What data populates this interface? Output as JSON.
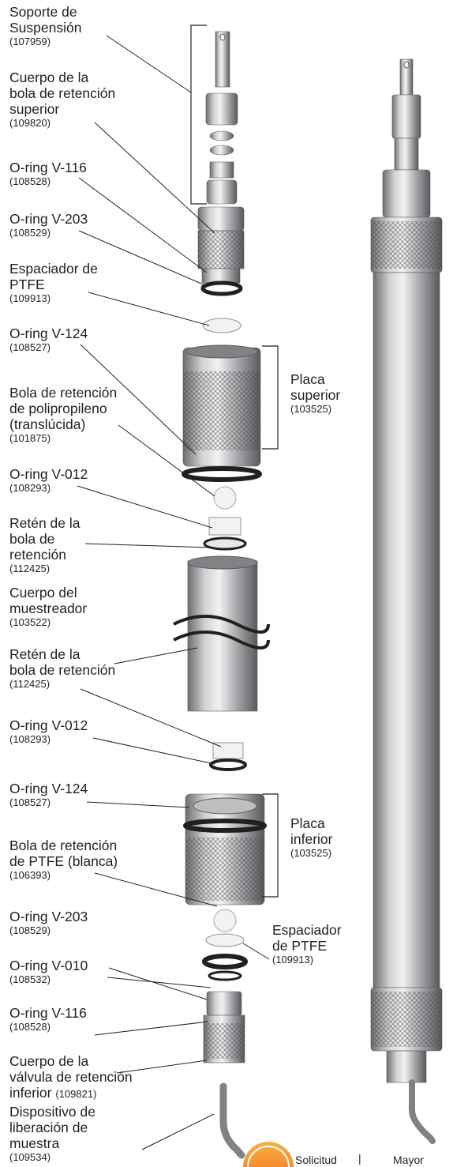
{
  "labels": [
    {
      "lines": [
        "Soporte de",
        "Suspensión"
      ],
      "code": "(107959)"
    },
    {
      "lines": [
        "Cuerpo de la",
        "bola de retención",
        "superior"
      ],
      "code": "(109820)"
    },
    {
      "lines": [
        "O-ring V-116"
      ],
      "code": "(108528)"
    },
    {
      "lines": [
        "O-ring V-203"
      ],
      "code": "(108529)"
    },
    {
      "lines": [
        "Espaciador de",
        "PTFE"
      ],
      "code": "(109913)"
    },
    {
      "lines": [
        "O-ring V-124"
      ],
      "code": "(108527)"
    },
    {
      "lines": [
        "Bola de retención",
        "de polipropileno",
        "(translúcida)"
      ],
      "code": "(101875)"
    },
    {
      "lines": [
        "O-ring V-012"
      ],
      "code": "(108293)"
    },
    {
      "lines": [
        "Retén de la",
        "bola de",
        "retención"
      ],
      "code": "(112425)"
    },
    {
      "lines": [
        "Cuerpo del",
        "muestreador"
      ],
      "code": "(103522)"
    },
    {
      "lines": [
        "Retén de la",
        "bola de retención"
      ],
      "code": "(112425)"
    },
    {
      "lines": [
        "O-ring V-012"
      ],
      "code": "(108293)"
    },
    {
      "lines": [
        "O-ring V-124"
      ],
      "code": "(108527)"
    },
    {
      "lines": [
        "Bola de retención",
        "de PTFE (blanca)"
      ],
      "code": "(106393)"
    },
    {
      "lines": [
        "O-ring V-203"
      ],
      "code": "(108529)"
    },
    {
      "lines": [
        "O-ring V-010"
      ],
      "code": "(108532)"
    },
    {
      "lines": [
        "O-ring V-116"
      ],
      "code": "(108528)"
    },
    {
      "lines": [
        "Cuerpo de la",
        "válvula de retención",
        "inferior"
      ],
      "inline_code": "(109821)"
    },
    {
      "lines": [
        "Dispositivo de",
        "liberación de",
        "muestra"
      ],
      "code": "(109534)"
    }
  ],
  "group_labels": [
    {
      "lines": [
        "Placa",
        "superior"
      ],
      "code": "(103525)"
    },
    {
      "lines": [
        "Placa",
        "inferior"
      ],
      "code": "(103525)"
    },
    {
      "lines": [
        "Espaciador",
        "de PTFE"
      ],
      "code": "(109913)"
    }
  ],
  "footer": {
    "tab1": "Solicitud",
    "tab2": "Mayor"
  },
  "colors": {
    "text": "#231f20",
    "metal": "#a7a9ac",
    "dark": "#231f20",
    "accent": "#f7941d"
  }
}
